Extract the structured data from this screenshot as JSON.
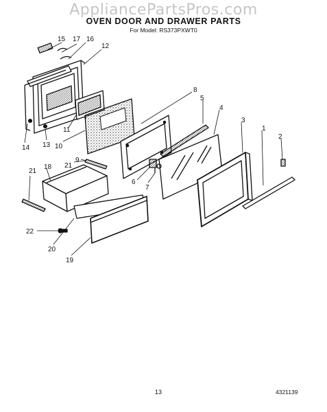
{
  "watermark": "AppliancePartsPros.com",
  "title": "OVEN DOOR AND DRAWER PARTS",
  "model_line": "For Model: RS373PXWT0",
  "page_number": "13",
  "document_number": "4321139",
  "callouts": [
    "1",
    "2",
    "3",
    "4",
    "5",
    "6",
    "7",
    "8",
    "9",
    "10",
    "11",
    "12",
    "13",
    "14",
    "15",
    "16",
    "17",
    "18",
    "19",
    "20",
    "21",
    "21",
    "22"
  ]
}
